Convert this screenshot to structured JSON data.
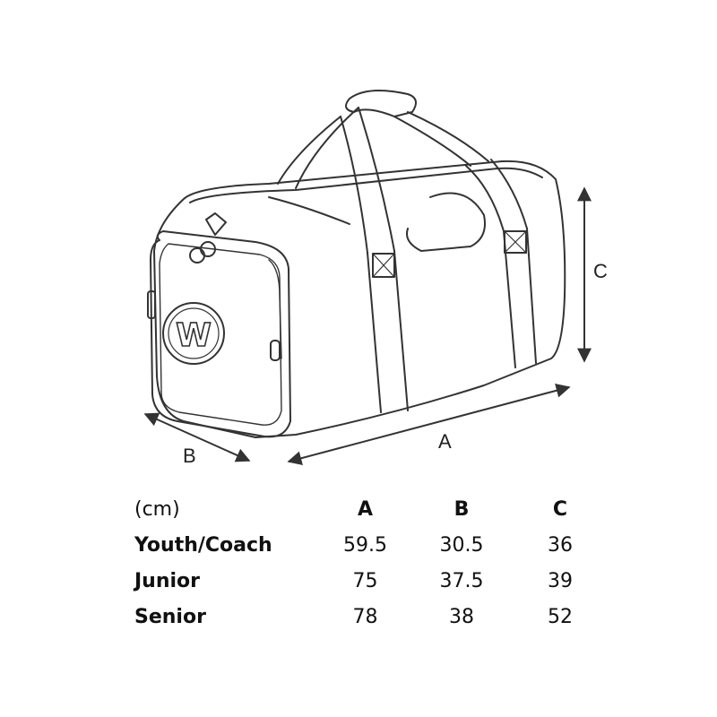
{
  "dimension_labels": {
    "a": "A",
    "b": "B",
    "c": "C"
  },
  "logo": {
    "text": "W"
  },
  "size_table": {
    "headers": [
      "(cm)",
      "A",
      "B",
      "C"
    ],
    "rows": [
      {
        "label": "Youth/Coach",
        "values": [
          "59.5",
          "30.5",
          "36"
        ]
      },
      {
        "label": "Junior",
        "values": [
          "75",
          "37.5",
          "39"
        ]
      },
      {
        "label": "Senior",
        "values": [
          "78",
          "38",
          "52"
        ]
      }
    ]
  }
}
